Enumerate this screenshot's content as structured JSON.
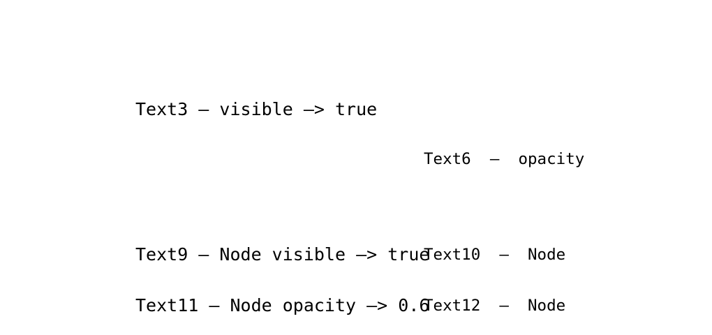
{
  "canvas": {
    "background_color": "#ffffff",
    "text_color": "#000000"
  },
  "nodes": [
    {
      "id": "Text3",
      "text": "Text3 — visible –> true"
    },
    {
      "id": "Text6",
      "text": "Text6  —  opacity"
    },
    {
      "id": "Text9",
      "text": "Text9 — Node visible –> true"
    },
    {
      "id": "Text10",
      "text": "Text10  —  Node"
    },
    {
      "id": "Text11",
      "text": "Text11 — Node opacity –> 0.6"
    },
    {
      "id": "Text12",
      "text": "Text12  —  Node"
    }
  ]
}
